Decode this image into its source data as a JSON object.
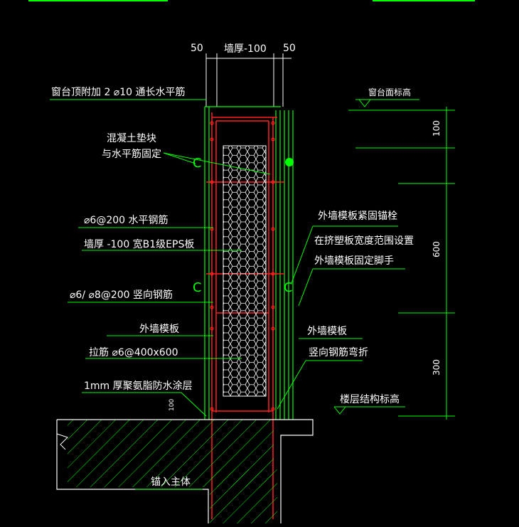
{
  "colors": {
    "background": "#000000",
    "concrete_line": "#00ff00",
    "rebar": "#ff2020",
    "eps_mesh": "#ffffff",
    "text": "#ffffff",
    "leader": "#00ff00"
  },
  "dims_top": {
    "left": "50",
    "middle": "墙厚-100",
    "right": "50"
  },
  "dims_right": {
    "d1": "100",
    "d2": "600",
    "d3": "300"
  },
  "dim_small": "100",
  "labels_left": {
    "window_top": "窗台顶附加  2 ⌀10 通长水平筋",
    "concrete_block_1": "混凝土垫块",
    "concrete_block_2": "与水平筋固定",
    "horiz_rebar": "⌀6@200 水平钢筋",
    "eps_board": "墙厚 -100  宽B1级EPS板",
    "vert_rebar": "⌀6/ ⌀8@200 竖向钢筋",
    "formwork": "外墙模板",
    "tie_bar": "拉筋  ⌀6@400x600",
    "waterproof": "1mm  厚聚氨脂防水涂层",
    "anchor": "锚入主体"
  },
  "labels_right": {
    "sill_elev": "窗台面标高",
    "anchor_bolt": "外墙模板紧固锚栓",
    "anchor_bolt_2": "在挤塑板宽度范围设置",
    "scaffold": "外墙模板固定脚手",
    "formwork_r": "外墙模板",
    "rebar_bend": "竖向钢筋弯折",
    "floor_elev": "楼层结构标高"
  }
}
